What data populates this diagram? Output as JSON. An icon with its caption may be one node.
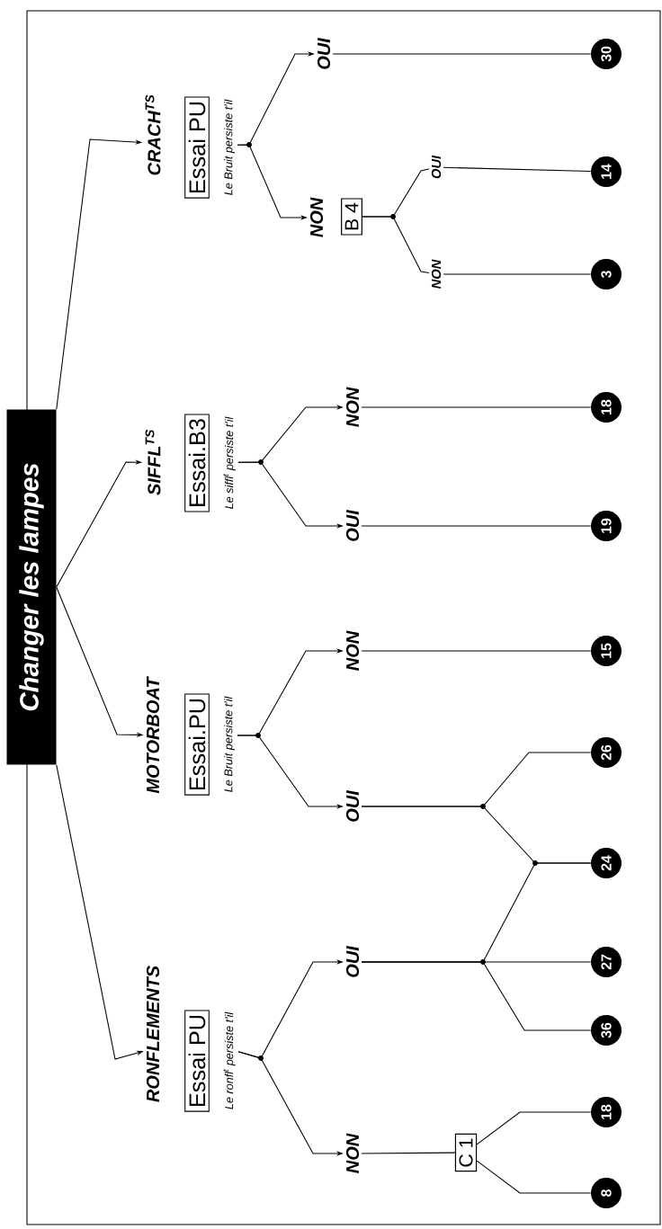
{
  "diagram": {
    "nodes": [
      {
        "text": [
          "Changer les lampes"
        ]
      },
      {
        "text": [
          "RONFLEMENTS",
          "Essai PU"
        ],
        "beside": [
          "Le ronfl$^{t}$ persiste t'il"
        ]
      },
      {
        "text": [
          "MOTORBOAT",
          "Essai.PU"
        ],
        "beside": [
          "Le Bruit persiste t'il"
        ]
      },
      {
        "text": [
          "SIFFL$^{TS}$",
          "Essai.B3"
        ],
        "beside": [
          "Le siffl$^{t}$ persiste t'il"
        ]
      },
      {
        "text": [
          "CRACH$^{TS}$",
          "Essai PU"
        ],
        "beside": [
          "Le Bruit persiste t'il"
        ]
      },
      {
        "text": [
          "NON"
        ]
      },
      {
        "text": [
          "OUI"
        ]
      },
      {
        "text": [
          "C 1"
        ]
      },
      {
        "text": [
          "18"
        ]
      },
      {
        "text": [
          "8"
        ]
      },
      {
        "text": [
          "36"
        ]
      },
      {
        "text": [
          "27"
        ]
      },
      {
        "text": [
          "24"
        ]
      },
      {
        "text": [
          "26"
        ]
      },
      {
        "text": [
          "OUI"
        ]
      },
      {
        "text": [
          "NON"
        ]
      },
      {
        "text": [
          "15"
        ]
      },
      {
        "text": [
          "OUI"
        ]
      },
      {
        "text": [
          "NON"
        ]
      },
      {
        "text": [
          "19"
        ]
      },
      {
        "text": [
          "18"
        ]
      },
      {
        "text": [
          "NON"
        ]
      },
      {
        "text": [
          "B 4"
        ]
      },
      {
        "text": [
          "NON"
        ]
      },
      {
        "text": [
          "OUI"
        ]
      },
      {
        "text": [
          "3"
        ]
      },
      {
        "text": [
          "14"
        ]
      },
      {
        "text": [
          "OUI"
        ]
      },
      {
        "text": [
          "30"
        ]
      }
    ],
    "edges": [
      {
        "from": 0,
        "to": 1,
        "arrow": "to"
      },
      {
        "from": 0,
        "to": 2,
        "arrow": "to"
      },
      {
        "from": 0,
        "to": 3,
        "arrow": "to"
      },
      {
        "from": 0,
        "to": 4,
        "arrow": "to"
      },
      {
        "from": 1,
        "to": 5,
        "arrow": "to"
      },
      {
        "from": 1,
        "to": 6,
        "arrow": "to"
      },
      {
        "from": 2,
        "to": 14,
        "arrow": "to"
      },
      {
        "from": 2,
        "to": 15,
        "arrow": "to"
      },
      {
        "from": 3,
        "to": 17,
        "arrow": "to"
      },
      {
        "from": 3,
        "to": 18,
        "arrow": "to"
      },
      {
        "from": 4,
        "to": 21,
        "arrow": "to"
      },
      {
        "from": 4,
        "to": 27,
        "arrow": "to"
      },
      {
        "from": 5,
        "to": 7,
        "arrow": "none"
      },
      {
        "from": 7,
        "to": 8,
        "arrow": "none"
      },
      {
        "from": 7,
        "to": 9,
        "arrow": "none"
      },
      {
        "from": 6,
        "to": 10,
        "arrow": "none"
      },
      {
        "from": 6,
        "to": 11,
        "arrow": "none"
      },
      {
        "from": 6,
        "to": 12,
        "arrow": "none"
      },
      {
        "from": 14,
        "to": 13,
        "arrow": "none"
      },
      {
        "from": 14,
        "to": 12,
        "arrow": "none"
      },
      {
        "from": 15,
        "to": 16,
        "arrow": "none"
      },
      {
        "from": 17,
        "to": 19,
        "arrow": "none"
      },
      {
        "from": 18,
        "to": 20,
        "arrow": "none"
      },
      {
        "from": 22,
        "to": 23,
        "arrow": "none"
      },
      {
        "from": 22,
        "to": 24,
        "arrow": "none"
      },
      {
        "from": 23,
        "to": 25,
        "arrow": "none"
      },
      {
        "from": 24,
        "to": 26,
        "arrow": "none"
      },
      {
        "from": 27,
        "to": 28,
        "arrow": "none"
      }
    ]
  }
}
